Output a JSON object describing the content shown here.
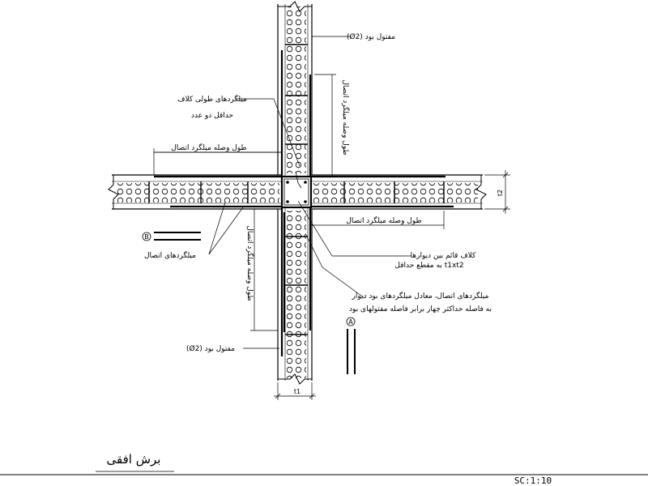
{
  "labels": {
    "twisted_top": "(Ø2) مفتول بود",
    "twisted_bottom": "(Ø2) مفتول بود",
    "long_bars_line1": "میلگردهای طولی کلاف",
    "long_bars_line2": "حداقل دو عدد",
    "splice_length_horizontal": "طول وصله میلگرد اتصال",
    "splice_length_upper_vertical": "طول وصله میلگرد اتصال",
    "splice_length_right": "طول وصله میلگرد اتصال",
    "splice_length_lower_vertical": "طول وصله میلگرد اتصال",
    "connection_bars": "میلگردهای اتصال",
    "column_line1": "کلاف قائم بین دیوارها",
    "column_line2": "به مقطع حداقل t1xt2",
    "note_line1": "میلگردهای اتصال، معادل میلگردهای بود دیوار",
    "note_line2": "به فاصله حداکثر چهار برابر فاصله مفتولهای بود",
    "dim_t1": "t1",
    "dim_t2": "t2",
    "marker_b": "B",
    "marker_a": "A",
    "title": "برش افقی",
    "scale": "SC:1:10"
  },
  "colors": {
    "line": "#000000",
    "background": "#ffffff"
  }
}
